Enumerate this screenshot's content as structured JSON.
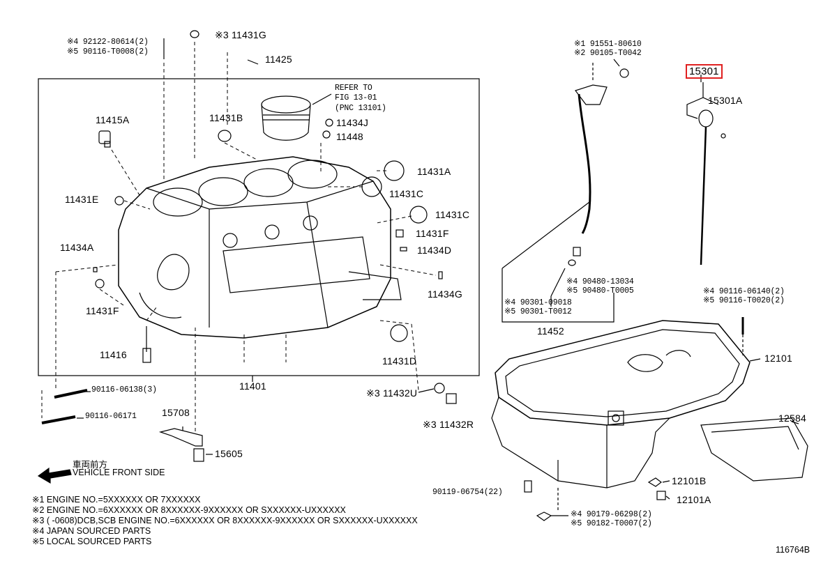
{
  "parts": {
    "p11431G": "※3 11431G",
    "p92122": "※4 92122-80614(2)",
    "p90116_t0008": "※5 90116-T0008(2)",
    "p11425": "11425",
    "refer1": "REFER TO",
    "refer2": "FIG 13-01",
    "refer3": "(PNC 13101)",
    "p11415A": "11415A",
    "p11431B": "11431B",
    "p11434J": "11434J",
    "p11448": "11448",
    "p11431A": "11431A",
    "p11431C_1": "11431C",
    "p11431C_2": "11431C",
    "p11431E": "11431E",
    "p11431F_1": "11431F",
    "p11434D": "11434D",
    "p11434A": "11434A",
    "p11434G": "11434G",
    "p11431F_2": "11431F",
    "p11416": "11416",
    "p11431D": "11431D",
    "p11401": "11401",
    "p90116_06138": "90116-06138(3)",
    "p90116_06171": "90116-06171",
    "p15708": "15708",
    "p15605": "15605",
    "p11432U": "※3 11432U",
    "p11432R": "※3 11432R",
    "p91551": "※1 91551-80610",
    "p90105": "※2 90105-T0042",
    "p15301": "15301",
    "p15301A": "15301A",
    "p90480_13034": "※4 90480-13034",
    "p90480_t0005": "※5 90480-T0005",
    "p90301_09018": "※4 90301-09018",
    "p90301_t0012": "※5 90301-T0012",
    "p11452": "11452",
    "p90116_06140": "※4 90116-06140(2)",
    "p90116_t0020": "※5 90116-T0020(2)",
    "p12101": "12101",
    "p12584": "12584",
    "p90119": "90119-06754(22)",
    "p12101B": "12101B",
    "p12101A": "12101A",
    "p90179": "※4 90179-06298(2)",
    "p90182": "※5 90182-T0007(2)"
  },
  "direction": {
    "jp": "車両前方",
    "en": "VEHICLE FRONT SIDE"
  },
  "notes": [
    "※1 ENGINE NO.=5XXXXXX OR 7XXXXXX",
    "※2 ENGINE NO.=6XXXXXX OR 8XXXXXX-9XXXXXX OR SXXXXXX-UXXXXXX",
    "※3 (      -0608)DCB,SCB ENGINE NO.=6XXXXXX OR 8XXXXXX-9XXXXXX OR SXXXXXX-UXXXXXX",
    "※4 JAPAN SOURCED PARTS",
    "※5 LOCAL SOURCED PARTS"
  ],
  "figure_id": "116764B",
  "highlight_color": "#e02020"
}
